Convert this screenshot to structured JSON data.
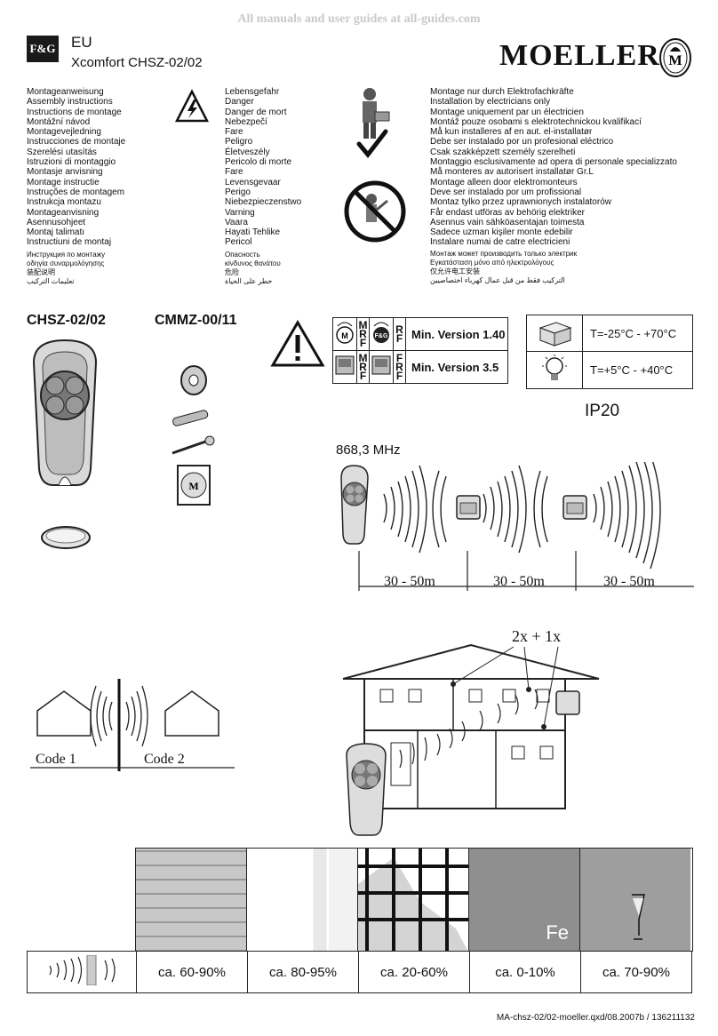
{
  "watermark": "All manuals and user guides at all-guides.com",
  "header": {
    "fg_logo": "F&G",
    "region": "EU",
    "product": "Xcomfort CHSZ-02/02",
    "brand": "MOELLER"
  },
  "instructions_titles": [
    "Montageanweisung",
    "Assembly instructions",
    "Instructions de montage",
    "Montážní návod",
    "Montagevejledning",
    "Instrucciones de montaje",
    "Szerelési utasítás",
    "Istruzioni di montaggio",
    "Montasje anvisning",
    "Montage instructie",
    "Instruções de montagem",
    "Instrukcja montazu",
    "Montageanvisning",
    "Asennusohjeet",
    "Montaj talimatı",
    "Instructiuni de montaj"
  ],
  "instructions_titles_small": [
    "Инструкция по монтажу",
    "οδηγία συναρμολόγησης",
    "装配说明",
    "تعليمات التركيب"
  ],
  "danger_words": [
    "Lebensgefahr",
    "Danger",
    "Danger de mort",
    "Nebezpečí",
    "Fare",
    "Peligro",
    "Életveszély",
    "Pericolo di morte",
    "Fare",
    "Levensgevaar",
    "Perigo",
    "Niebezpieczenstwo",
    "Varning",
    "Vaara",
    "Hayati Tehlike",
    "Pericol"
  ],
  "danger_words_small": [
    "Опасность",
    "κίνδυνος θανάτου",
    "危险",
    "خطر على الحياة"
  ],
  "electrician_lines": [
    "Montage nur durch Elektrofachkräfte",
    "Installation by electricians only",
    "Montage uniquement par un électricien",
    "Montáž pouze osobami s elektrotechnickou kvalifikací",
    "Må kun installeres af en aut. el-installatør",
    "Debe ser instalado por un profesional eléctrico",
    "Csak szakképzett személy szerelheti",
    "Montaggio esclusivamente ad opera di personale specializzato",
    "Må monteres av autorisert installatør Gr.L",
    "Montage alleen door elektromonteurs",
    "Deve ser instalado por um profissional",
    "Montaz tylko przez uprawnionych instalatorów",
    "Får endast utföras av behörig elektriker",
    "Asennus vain sähköasentajan toimesta",
    "Sadece uzman kişiler monte edebilir",
    "Instalare numai de catre electricieni"
  ],
  "electrician_lines_small": [
    "Монтаж может производить только электрик",
    "Εγκατάσταση μόνο από ηλεκτρολόγους",
    "仅允许电工安装",
    "التركيب فقط من قبل عمال كهرباء اختصاصيين"
  ],
  "products": {
    "left": "CHSZ-02/02",
    "right": "CMMZ-00/11"
  },
  "version_table": {
    "row1": "Min. Version 1.40",
    "row2": "Min. Version 3.5",
    "mrf_left": [
      "M",
      "R",
      "F"
    ],
    "rf_right": [
      "R",
      "F"
    ],
    "frf_right": [
      "F",
      "R",
      "F"
    ]
  },
  "temperature_table": {
    "storage": "T=-25°C - +70°C",
    "operation": "T=+5°C - +40°C"
  },
  "ip_rating": "IP20",
  "frequency": "868,3 MHz",
  "distances": [
    "30 - 50m",
    "30 - 50m",
    "30 - 50m"
  ],
  "house_label": "2x + 1x",
  "codes": [
    "Code 1",
    "Code 2"
  ],
  "materials": {
    "fe_label": "Fe",
    "values": [
      "ca. 60-90%",
      "ca. 80-95%",
      "ca. 20-60%",
      "ca. 0-10%",
      "ca. 70-90%"
    ],
    "names": [
      "brick-wall",
      "wood-plasterboard",
      "reinforced-concrete",
      "metal",
      "glass"
    ]
  },
  "footer": "MA-chsz-02/02-moeller.qxd/08.2007b / 136211132"
}
